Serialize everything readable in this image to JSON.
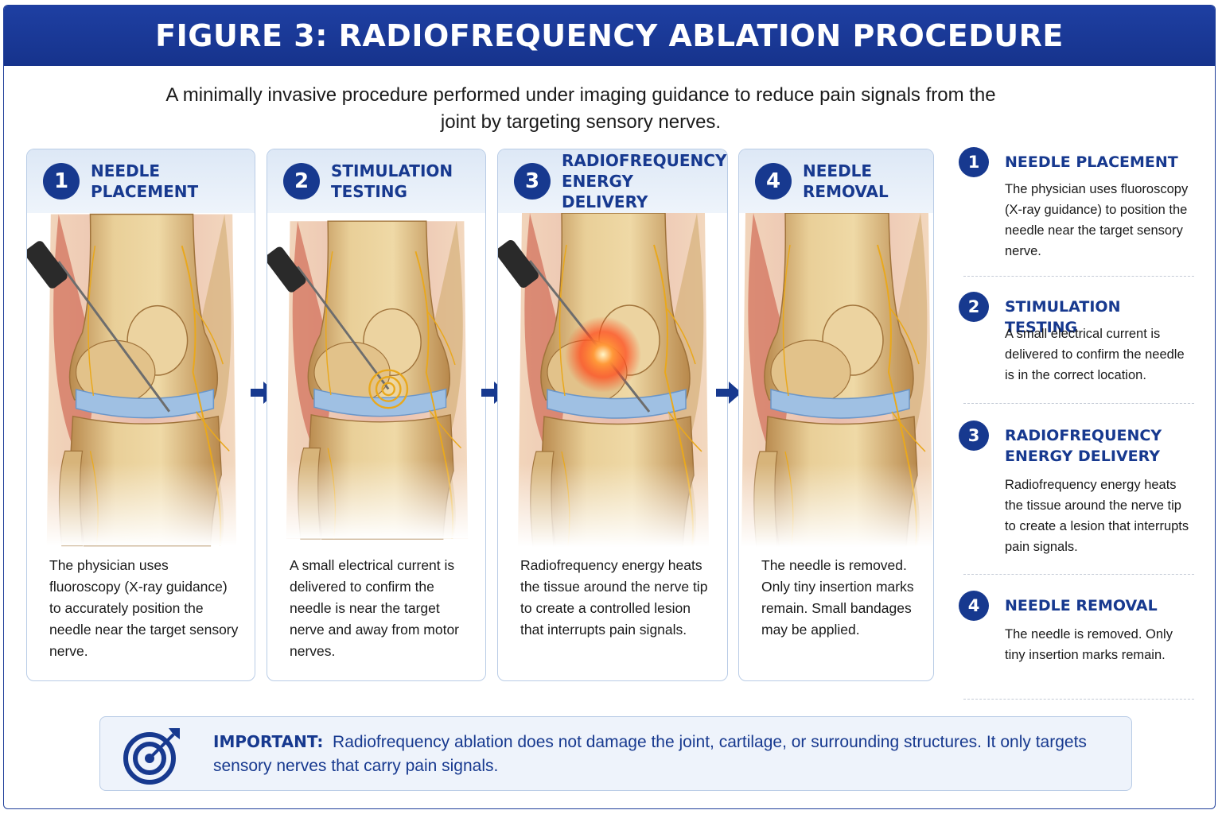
{
  "header": {
    "title": "FIGURE 3: RADIOFREQUENCY ABLATION PROCEDURE"
  },
  "subtitle": "A minimally invasive procedure performed under imaging guidance to reduce pain signals from the joint by targeting sensory nerves.",
  "steps": [
    {
      "number": "1",
      "title": "NEEDLE PLACEMENT",
      "text": "The physician uses fluoroscopy (X-ray guidance) to accurately position the needle near the target sensory nerve."
    },
    {
      "number": "2",
      "title": "STIMULATION TESTING",
      "text": "A small electrical current is delivered to confirm the needle is near the target nerve and away from motor nerves."
    },
    {
      "number": "3",
      "title": "RADIOFREQUENCY ENERGY DELIVERY",
      "text": "Radiofrequency energy heats the tissue around the nerve tip to create a controlled lesion that interrupts pain signals."
    },
    {
      "number": "4",
      "title": "NEEDLE REMOVAL",
      "text": "The needle is removed. Only tiny insertion marks remain. Small bandages may be applied."
    }
  ],
  "sidebar": [
    {
      "number": "1",
      "title": "NEEDLE PLACEMENT",
      "text": "The physician uses fluoroscopy (X-ray guidance) to position the needle near the target sensory nerve."
    },
    {
      "number": "2",
      "title": "STIMULATION TESTING",
      "text": "A small electrical current is delivered to confirm the needle is in the correct location."
    },
    {
      "number": "3",
      "title": "RADIOFREQUENCY ENERGY DELIVERY",
      "text": "Radiofrequency energy heats the tissue around the nerve tip to create a lesion that interrupts pain signals."
    },
    {
      "number": "4",
      "title": "NEEDLE REMOVAL",
      "text": "The needle is removed. Only tiny insertion marks remain."
    }
  ],
  "important": {
    "label": "IMPORTANT:",
    "text": "Radiofrequency ablation does not damage the joint, cartilage, or surrounding structures. It only targets sensory nerves that carry pain signals."
  },
  "icons": {
    "flow": "right-arrow-icon",
    "important": "target-arrow-icon"
  },
  "colors": {
    "brand": "#17398f",
    "title_bar": "#1e3fa2",
    "panel_header": "#dde8f6",
    "bone": "#e6c488",
    "nerve": "#e9a81c",
    "heat": "#ff5a1f"
  }
}
